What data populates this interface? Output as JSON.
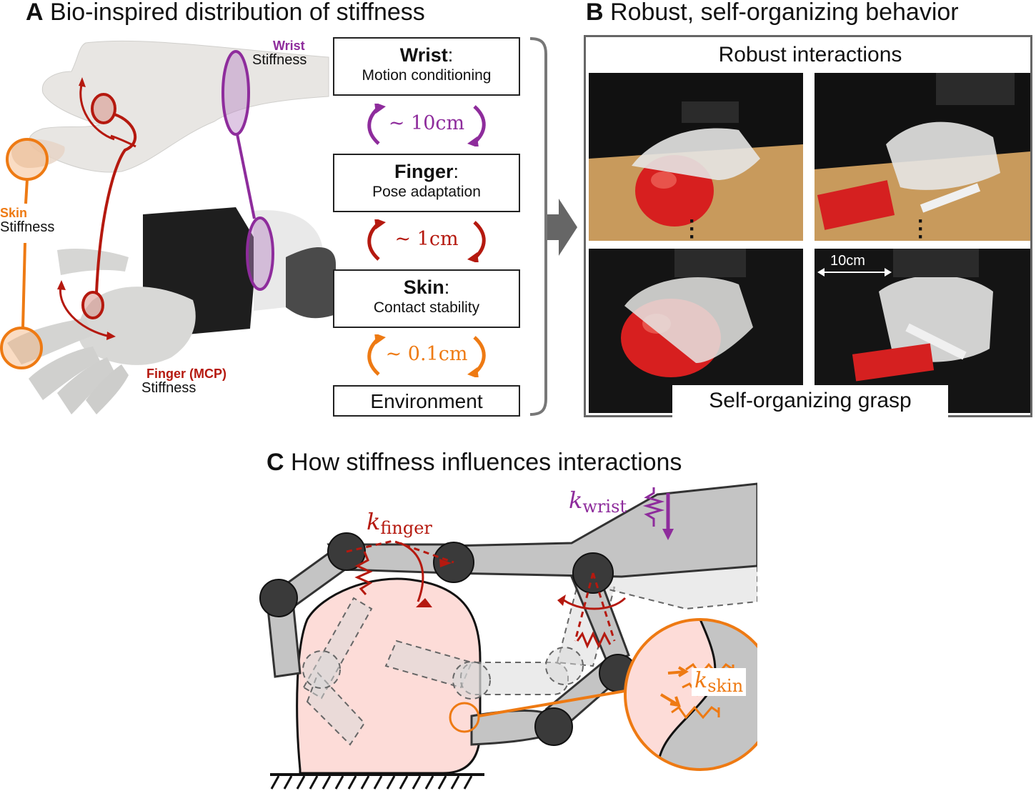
{
  "panel_a": {
    "letter": "A",
    "title": "Bio-inspired distribution of stiffness",
    "hand_labels": {
      "wrist_name": "Wrist",
      "wrist_word": "Stiffness",
      "skin_name": "Skin",
      "skin_word": "Stiffness",
      "finger_name": "Finger (MCP)",
      "finger_word": "Stiffness"
    },
    "levels": [
      {
        "name": "Wrist",
        "role": "Motion conditioning"
      },
      {
        "name": "Finger",
        "role": "Pose adaptation"
      },
      {
        "name": "Skin",
        "role": "Contact stability"
      }
    ],
    "environment": "Environment",
    "scales": [
      "~ 10cm",
      "~ 1cm",
      "~ 0.1cm"
    ]
  },
  "panel_b": {
    "letter": "B",
    "title": "Robust, self-organizing behavior",
    "top_caption": "Robust interactions",
    "bottom_caption": "Self-organizing grasp",
    "scale_bar": "10cm"
  },
  "panel_c": {
    "letter": "C",
    "title": "How stiffness influences interactions",
    "k_symbol": "k",
    "k_finger_sub": "finger",
    "k_wrist_sub": "wrist",
    "k_skin_sub": "skin"
  },
  "colors": {
    "wrist": "#8e2c9c",
    "finger": "#b5190f",
    "skin": "#ee7a13",
    "object_fill": "#fddcd8",
    "link_gray": "#c4c4c4",
    "joint_dark": "#3a3a3a"
  }
}
